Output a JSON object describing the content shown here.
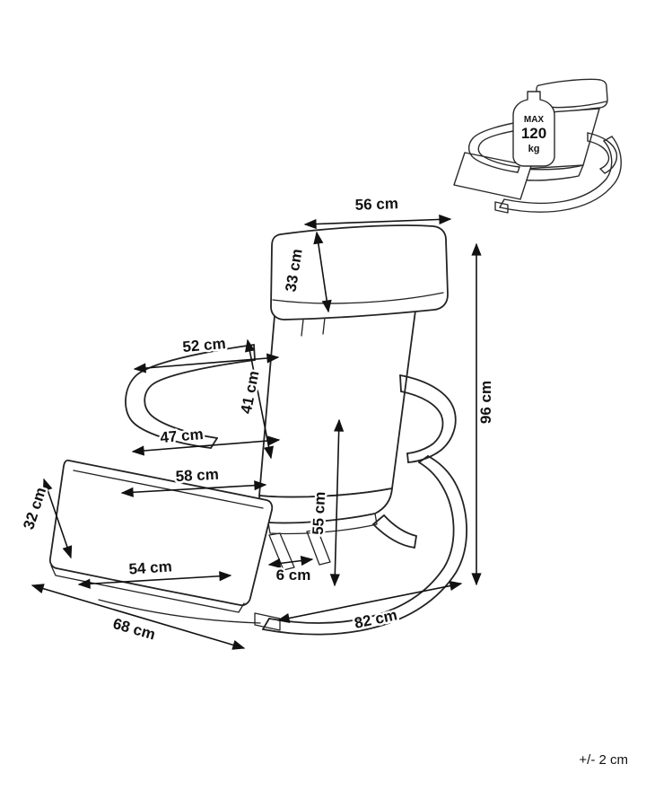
{
  "dimensions": {
    "d56": "56 cm",
    "d33": "33 cm",
    "d52": "52 cm",
    "d41": "41 cm",
    "d47": "47 cm",
    "d58": "58 cm",
    "d32": "32 cm",
    "d54": "54 cm",
    "d68": "68 cm",
    "d6": "6 cm",
    "d55": "55 cm",
    "d82": "82 cm",
    "d96": "96 cm"
  },
  "inset": {
    "max_label": "MAX",
    "weight_value": "120",
    "weight_unit": "kg"
  },
  "tolerance_note": "+/- 2 cm",
  "colors": {
    "line": "#232323",
    "background": "#ffffff"
  }
}
